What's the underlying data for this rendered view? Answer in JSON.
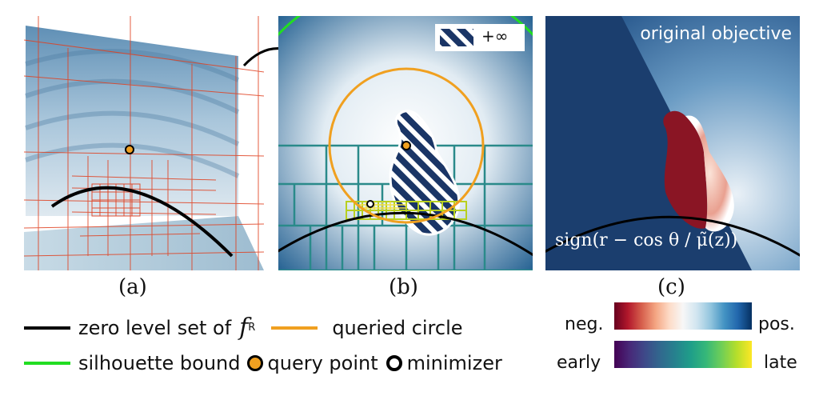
{
  "panels": {
    "a": {
      "label": "(a)"
    },
    "b": {
      "label": "(b)",
      "badge": "+∞"
    },
    "c": {
      "label": "(c)",
      "title": "original objective",
      "formula": "sign(r − cos θ / μ̃(z))"
    }
  },
  "legend": {
    "zero_level_set": "zero level set of",
    "f_symbol": "f",
    "f_subscript": "R",
    "queried_circle": "queried circle",
    "silhouette_bound": "silhouette bound",
    "query_point": "query point",
    "minimizer": "minimizer"
  },
  "colorbars": {
    "diverging": {
      "low": "neg.",
      "high": "pos."
    },
    "sequential": {
      "low": "early",
      "high": "late"
    }
  },
  "colors": {
    "zero_level": "#000000",
    "queried_circle": "#f0a020",
    "silhouette": "#22dd22",
    "query_point": "#f0a020",
    "quadtree_red": "#e04020",
    "teal": "#2a8a8a",
    "yellow_green": "#b8d020"
  }
}
